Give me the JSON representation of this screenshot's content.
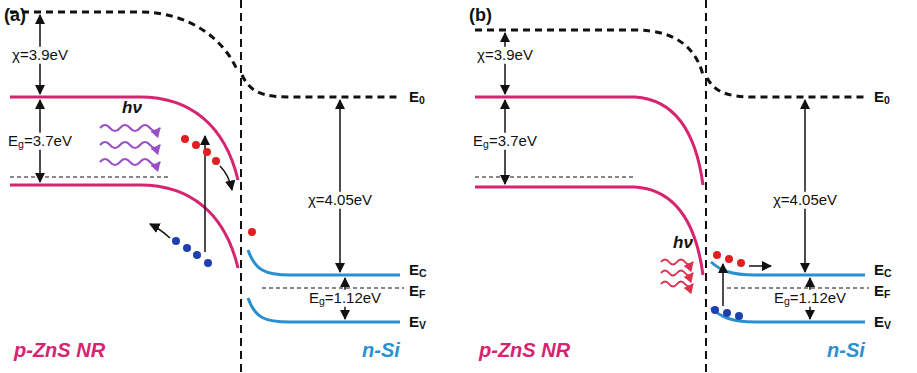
{
  "diagram": {
    "labels": [
      "(a)",
      "χ=3.9eV",
      "Eg=3.7eV",
      "hν",
      "χ=4.05eV",
      "Eg=1.12eV",
      "E0",
      "EC",
      "EF",
      "EV",
      "p-ZnS NR",
      "n-Si",
      "(b)",
      "χ=3.9eV",
      "Eg=3.7eV",
      "hν",
      "χ=4.05eV",
      "Eg=1.12eV",
      "E0",
      "EC",
      "EF",
      "EV",
      "p-ZnS NR",
      "n-Si"
    ]
  }
}
